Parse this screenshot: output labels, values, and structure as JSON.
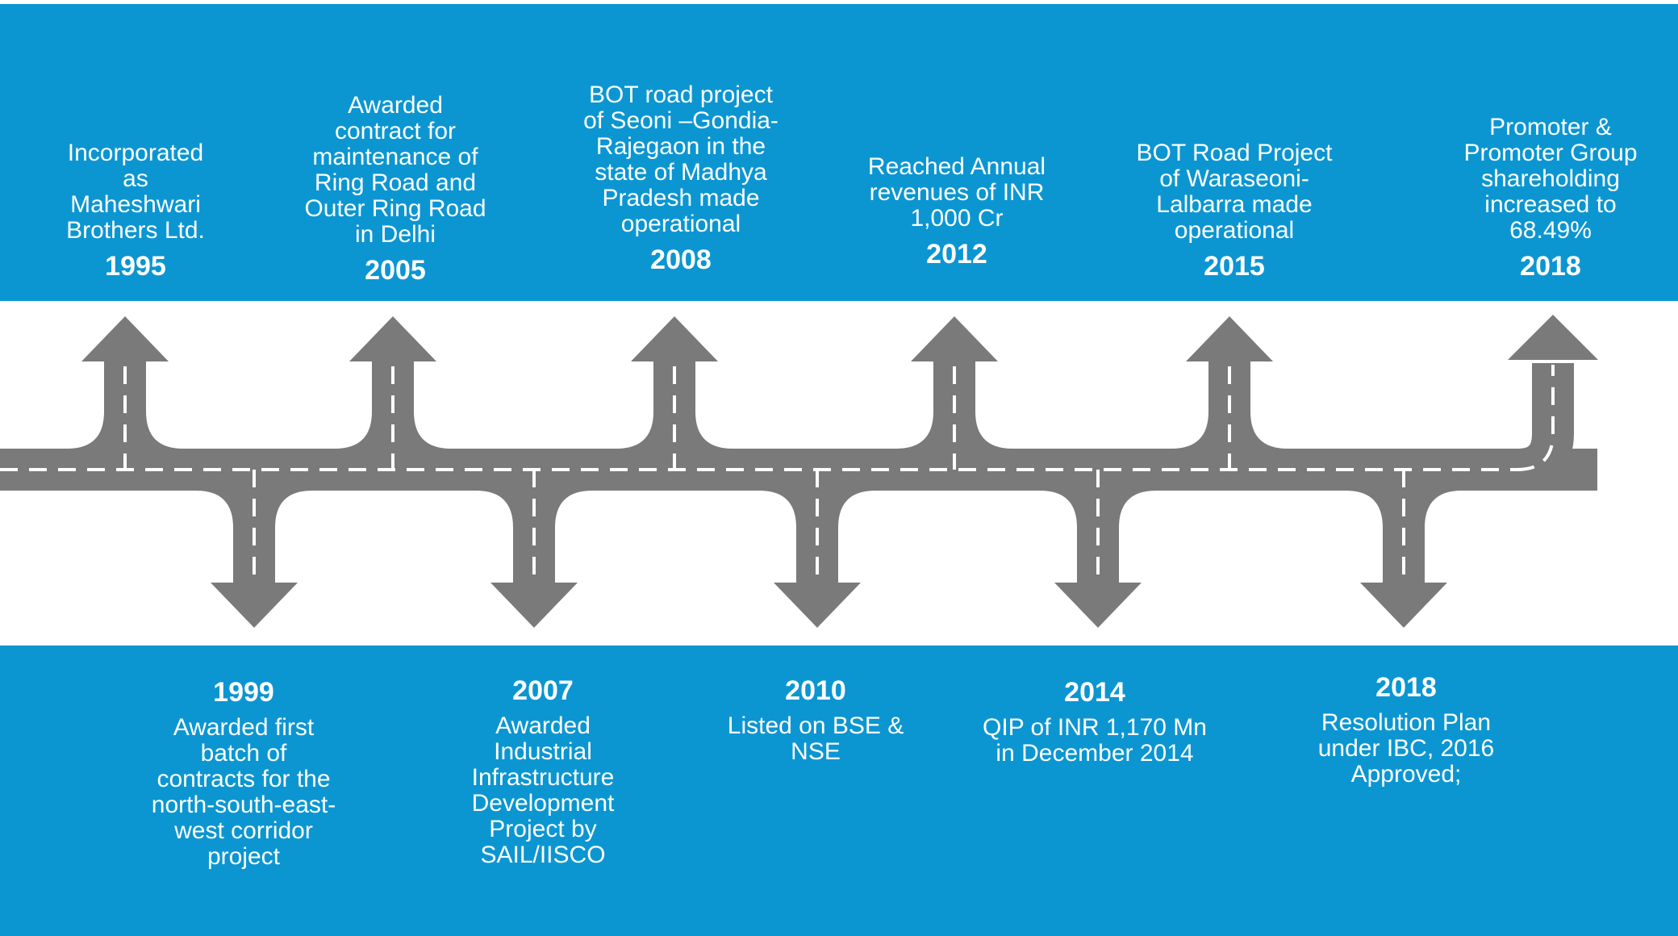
{
  "colors": {
    "band": "#0b96d2",
    "road": "#7a7a7a",
    "dash": "#ffffff",
    "text": "#ffffff"
  },
  "top_events": [
    {
      "year": "1995",
      "text": "Incorporated\nas\nMaheshwari\nBrothers Ltd."
    },
    {
      "year": "2005",
      "text": "Awarded\ncontract for\nmaintenance of\nRing Road and\nOuter Ring Road\nin Delhi"
    },
    {
      "year": "2008",
      "text": "BOT road project\nof Seoni –Gondia-\nRajegaon in the\nstate of Madhya\nPradesh made\noperational"
    },
    {
      "year": "2012",
      "text": "Reached Annual\nrevenues of INR\n1,000 Cr"
    },
    {
      "year": "2015",
      "text": "BOT Road Project\nof Waraseoni-\nLalbarra made\noperational"
    },
    {
      "year": "2018",
      "text": "Promoter &\nPromoter Group\nshareholding\nincreased to\n68.49%"
    }
  ],
  "bottom_events": [
    {
      "year": "1999",
      "text": "Awarded first\nbatch of\ncontracts for the\nnorth-south-east-\nwest corridor\nproject"
    },
    {
      "year": "2007",
      "text": "Awarded\nIndustrial\nInfrastructure\nDevelopment\nProject by\nSAIL/IISCO"
    },
    {
      "year": "2010",
      "text": "Listed on BSE &\nNSE"
    },
    {
      "year": "2014",
      "text": "QIP of INR 1,170 Mn\nin December 2014"
    },
    {
      "year": "2018",
      "text": "Resolution Plan\nunder IBC, 2016\nApproved;"
    }
  ]
}
